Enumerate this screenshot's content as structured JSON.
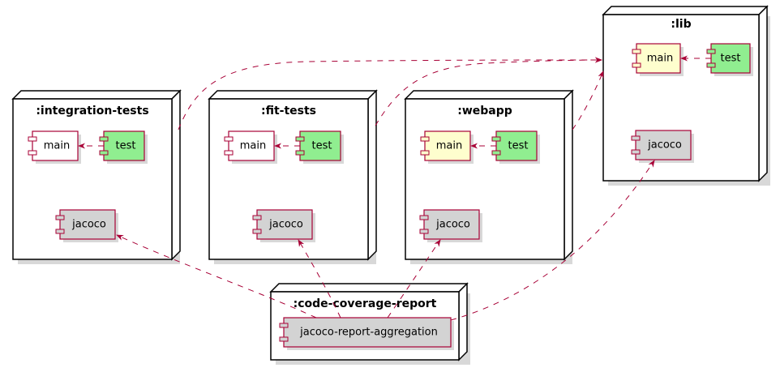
{
  "nodes": {
    "integration_tests": ":integration-tests",
    "fit_tests": ":fit-tests",
    "webapp": ":webapp",
    "lib": ":lib",
    "code_coverage_report": ":code-coverage-report"
  },
  "components": {
    "main": "main",
    "test": "test",
    "jacoco": "jacoco",
    "aggregation": "jacoco-report-aggregation"
  },
  "colors": {
    "arrow": "#a80036",
    "main_highlight": "#fefece",
    "main_plain": "#ffffff",
    "test": "#90ee90",
    "jacoco": "#d3d3d3"
  }
}
